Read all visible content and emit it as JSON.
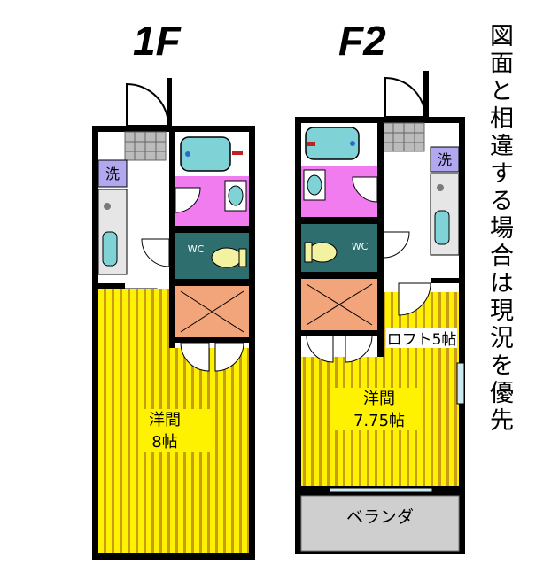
{
  "floor1": {
    "title": "1F",
    "laundry_label": "洗",
    "wc_label": "WC",
    "room_name": "洋間",
    "room_size": "8帖"
  },
  "floor2": {
    "title": "F2",
    "laundry_label": "洗",
    "wc_label": "WC",
    "loft_label": "ロフト5帖",
    "room_name": "洋間",
    "room_size": "7.75帖",
    "veranda_label": "ベランダ"
  },
  "note": "図面と相違する場合は現況を優先",
  "colors": {
    "wall": "#000000",
    "bath_fill": "#7fd3d6",
    "washroom": "#f07cf0",
    "toilet_room": "#2f6e6e",
    "storage": "#f2a47a",
    "room_yellow": "#fff200",
    "room_stripe": "#c89b1a",
    "laundry_tag": "#b1a8f0",
    "veranda": "#cfcfcf"
  }
}
